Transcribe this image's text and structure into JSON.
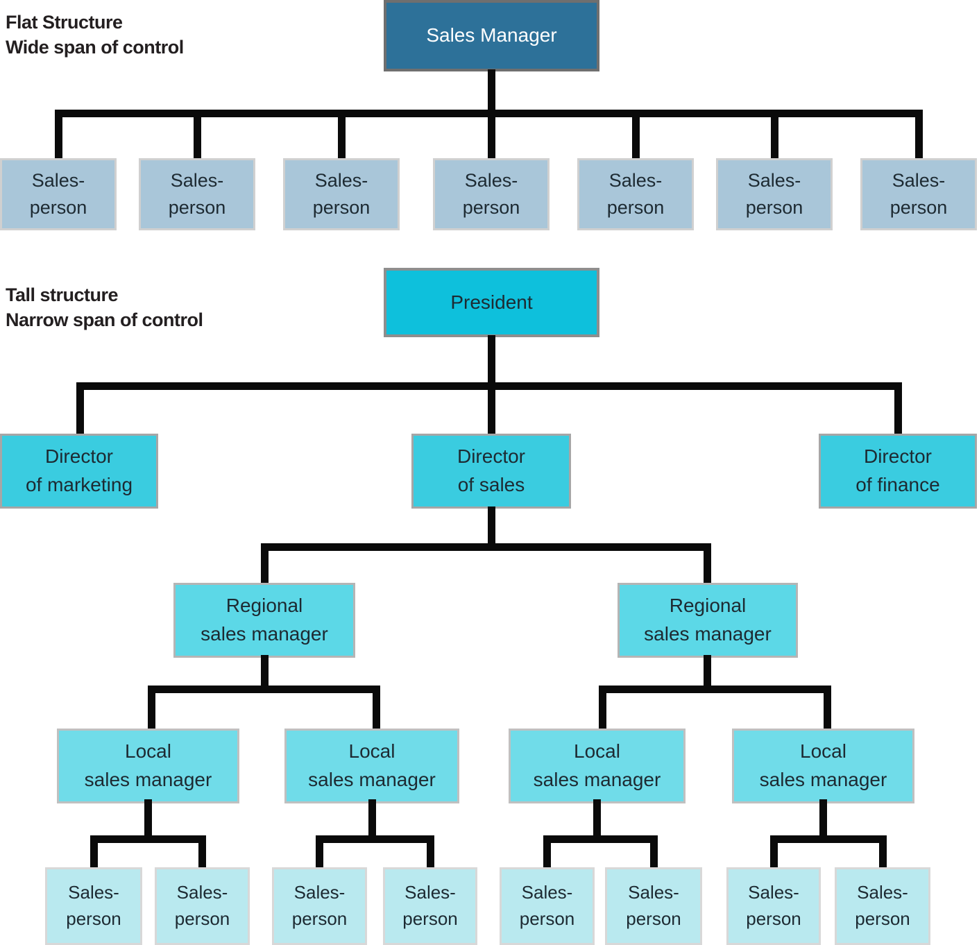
{
  "figure": {
    "type": "organizational-chart-comparison"
  },
  "colors": {
    "sales_manager_fill": "#2D7199",
    "sales_manager_text": "#FFFFFF",
    "flat_salesperson_fill": "#A9C6D9",
    "president_fill": "#0EC0DC",
    "director_fill": "#3ACCE0",
    "regional_manager_fill": "#5CD8E7",
    "local_manager_fill": "#70DCE9",
    "tall_salesperson_fill": "#B9E9EF",
    "connector_color": "#0A0A0A",
    "caption_text": "#231F20",
    "box_text_dark": "#1D2A32"
  },
  "flat_structure": {
    "caption": "Flat Structure\nWide span of control",
    "root": "Sales Manager",
    "salespersons": [
      "Sales-\nperson",
      "Sales-\nperson",
      "Sales-\nperson",
      "Sales-\nperson",
      "Sales-\nperson",
      "Sales-\nperson",
      "Sales-\nperson"
    ]
  },
  "tall_structure": {
    "caption": "Tall structure\nNarrow span of control",
    "root": "President",
    "directors": [
      "Director\nof marketing",
      "Director\nof sales",
      "Director\nof finance"
    ],
    "regional_managers": [
      "Regional\nsales manager",
      "Regional\nsales manager"
    ],
    "local_managers": [
      "Local\nsales manager",
      "Local\nsales manager",
      "Local\nsales manager",
      "Local\nsales manager"
    ],
    "salespersons": [
      "Sales-\nperson",
      "Sales-\nperson",
      "Sales-\nperson",
      "Sales-\nperson",
      "Sales-\nperson",
      "Sales-\nperson",
      "Sales-\nperson",
      "Sales-\nperson"
    ]
  }
}
